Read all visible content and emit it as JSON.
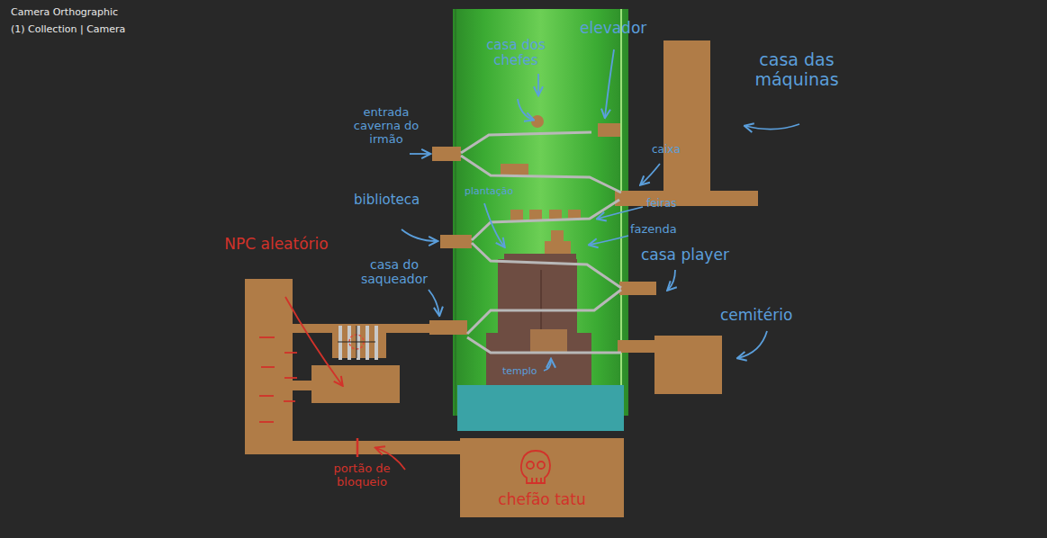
{
  "diagram": {
    "nodes": [
      {
        "text": [
          "templo"
        ]
      },
      {
        "text": [
          "chefão tatu"
        ]
      }
    ],
    "labels": [
      "Camera Orthographic",
      "(1) Collection | Camera",
      "casa dos chefes",
      "elevador",
      "casa das máquinas",
      "entrada caverna do irmão",
      "caixa",
      "biblioteca",
      "plantação",
      "feiras",
      "fazenda",
      "casa player",
      "NPC aleatório",
      "casa do saqueador",
      "cemitério",
      "portão de bloqueio"
    ]
  }
}
